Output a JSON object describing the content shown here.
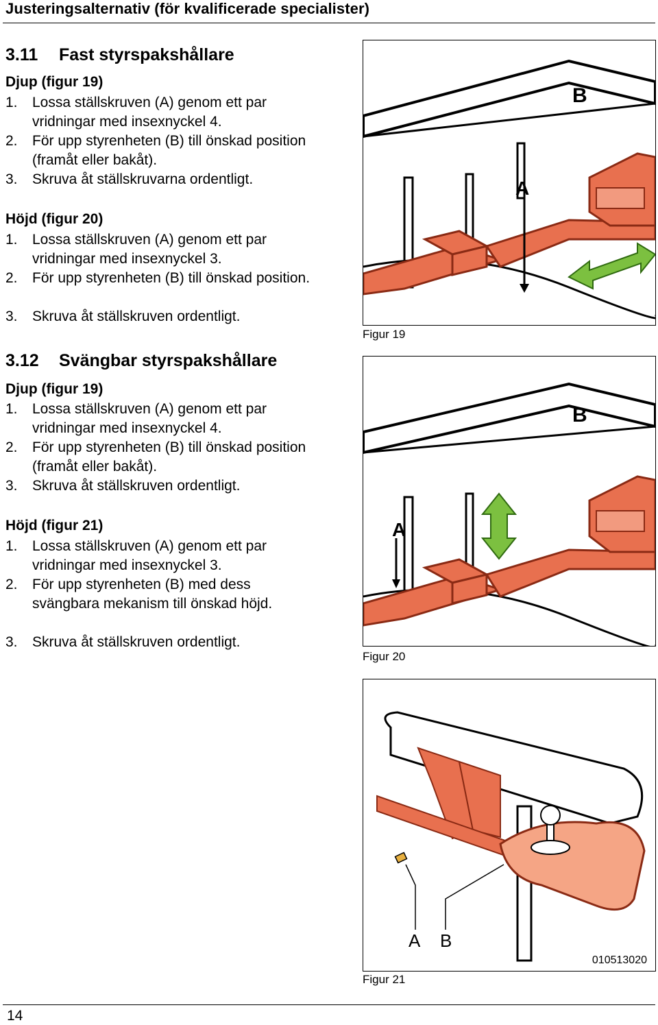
{
  "header": {
    "title": "Justeringsalternativ (för kvalificerade specialister)"
  },
  "section_311": {
    "number": "3.11",
    "title": "Fast styrspakshållare",
    "depth": {
      "heading": "Djup (figur 19)",
      "steps": [
        {
          "n": "1.",
          "text": "Lossa ställskruven (A) genom ett par vridningar med insexnyckel 4."
        },
        {
          "n": "2.",
          "text": "För upp styrenheten (B) till önskad position (framåt eller bakåt)."
        },
        {
          "n": "3.",
          "text": "Skruva åt ställskruvarna ordentligt."
        }
      ]
    },
    "height": {
      "heading": "Höjd (figur 20)",
      "steps": [
        {
          "n": "1.",
          "text": "Lossa ställskruven (A) genom ett par vridningar med insexnyckel 3."
        },
        {
          "n": "2.",
          "text": "För upp styrenheten (B) till önskad position."
        },
        {
          "n": "3.",
          "text": "Skruva åt ställskruven ordentligt."
        }
      ]
    }
  },
  "section_312": {
    "number": "3.12",
    "title": "Svängbar styrspakshållare",
    "depth": {
      "heading": "Djup (figur 19)",
      "steps": [
        {
          "n": "1.",
          "text": "Lossa ställskruven (A) genom ett par vridningar med insexnyckel 4."
        },
        {
          "n": "2.",
          "text": "För upp styrenheten (B) till önskad position (framåt eller bakåt)."
        },
        {
          "n": "3.",
          "text": "Skruva åt ställskruven ordentligt."
        }
      ]
    },
    "height": {
      "heading": "Höjd (figur 21)",
      "steps": [
        {
          "n": "1.",
          "text": "Lossa ställskruven (A) genom ett par vridningar med insexnyckel 3."
        },
        {
          "n": "2.",
          "text": "För upp styrenheten (B) med dess svängbara mekanism till önskad höjd."
        },
        {
          "n": "3.",
          "text": "Skruva åt ställskruven ordentligt."
        }
      ]
    }
  },
  "figures": {
    "fig19": {
      "caption": "Figur 19",
      "label_a": "A",
      "label_b": "B"
    },
    "fig20": {
      "caption": "Figur 20",
      "label_a": "A",
      "label_b": "B"
    },
    "fig21": {
      "caption": "Figur 21",
      "label_a": "A",
      "label_b": "B",
      "code": "010513020"
    }
  },
  "footer": {
    "page_number": "14"
  },
  "colors": {
    "part": "#e8704f",
    "part_dark": "#8a2a14",
    "arrow": "#7cc040",
    "arrow_dark": "#2f6a10"
  }
}
